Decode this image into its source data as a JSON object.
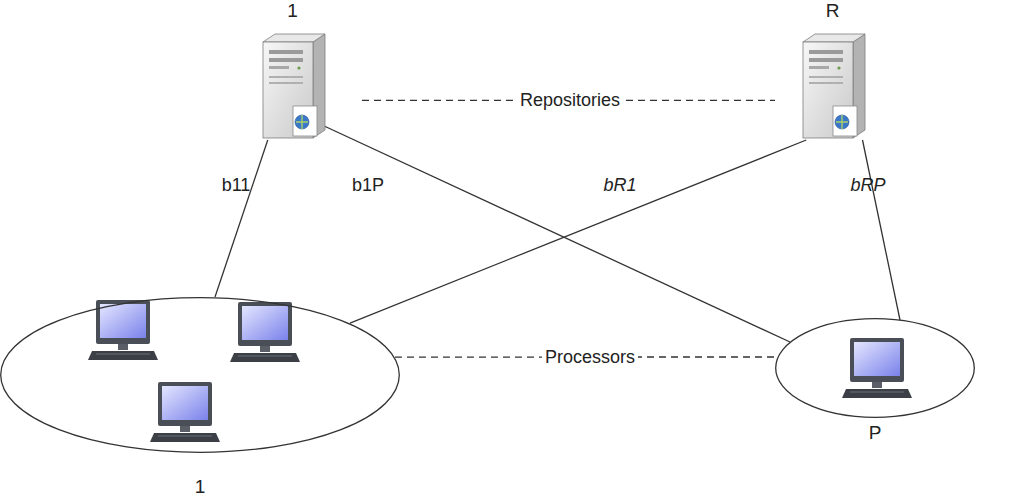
{
  "diagram": {
    "nodes": [
      {
        "text": [
          "1"
        ]
      },
      {
        "text": [
          "R"
        ]
      },
      {
        "text": [
          "1"
        ]
      },
      {
        "text": [
          "P"
        ]
      }
    ],
    "edges": [
      {
        "from": 0,
        "to": 2,
        "arrow": "none",
        "label": "b11"
      },
      {
        "from": 0,
        "to": 3,
        "arrow": "none",
        "label": "b1P"
      },
      {
        "from": 1,
        "to": 2,
        "arrow": "none",
        "label": "bR1"
      },
      {
        "from": 1,
        "to": 3,
        "arrow": "none",
        "label": "bRP"
      },
      {
        "from": 0,
        "to": 1,
        "arrow": "none",
        "label": "Repositories"
      },
      {
        "from": 2,
        "to": 3,
        "arrow": "none",
        "label": "Processors"
      }
    ]
  }
}
